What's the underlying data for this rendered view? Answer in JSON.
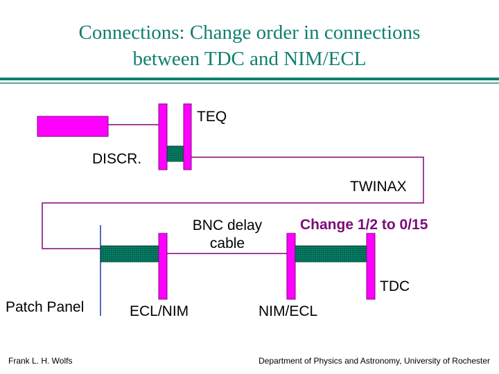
{
  "slide": {
    "title_line1": "Connections: Change order in connections",
    "title_line2": "between TDC and NIM/ECL"
  },
  "labels": {
    "teq": "TEQ",
    "discr": "DISCR.",
    "twinax": "TWINAX",
    "bnc_line1": "BNC delay",
    "bnc_line2": "cable",
    "change_note": "Change 1/2 to 0/15",
    "tdc": "TDC",
    "patch_panel": "Patch Panel",
    "ecl_nim": "ECL/NIM",
    "nim_ecl": "NIM/ECL"
  },
  "footer": {
    "author": "Frank L. H. Wolfs",
    "affiliation": "Department of Physics and Astronomy, University of Rochester"
  },
  "colors": {
    "title": "#0f7f6f",
    "module": "#ff00ff",
    "connector": "#006b55",
    "cable": "#800080",
    "rule": "#0f7f6f",
    "highlight": "#7a0a7a",
    "patch_line": "#2233aa"
  }
}
